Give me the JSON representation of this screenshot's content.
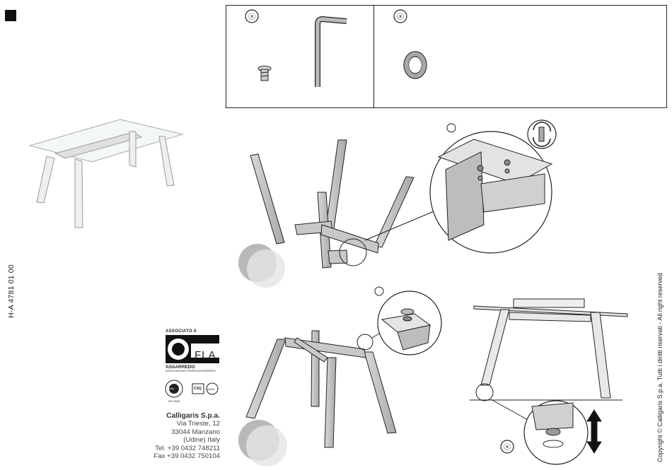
{
  "document": {
    "code": "H-A 4781 01 00",
    "copyright": "Copyright © Calligaris S.p.a.   Tutti i diritti riservati - All right reserved"
  },
  "company": {
    "name": "Calligaris S.p.a.",
    "street": "Via Trieste, 12",
    "city": "33044 Manzano",
    "region": "(Udine) Italy",
    "tel": "Tel. +39 0432 748211",
    "fax": "Fax +39 0432 750104"
  },
  "logos": {
    "associated": "ASSOCIATO A",
    "fla": "FLA",
    "assarredo": "ASSARREDO",
    "assarredo_sub": "ASSOCIAZIONE FEDERLEGNOARREDO",
    "iso": "ISO 9001",
    "icila": "icila",
    "csq": "CSQ",
    "iqnet": "IQNet"
  },
  "icons": [
    "tool-icon",
    "rotate-icon",
    "adjust-icon"
  ],
  "colors": {
    "line": "#222222",
    "shade": "#bdbdbd",
    "step_circle": "#b0b0b0"
  }
}
